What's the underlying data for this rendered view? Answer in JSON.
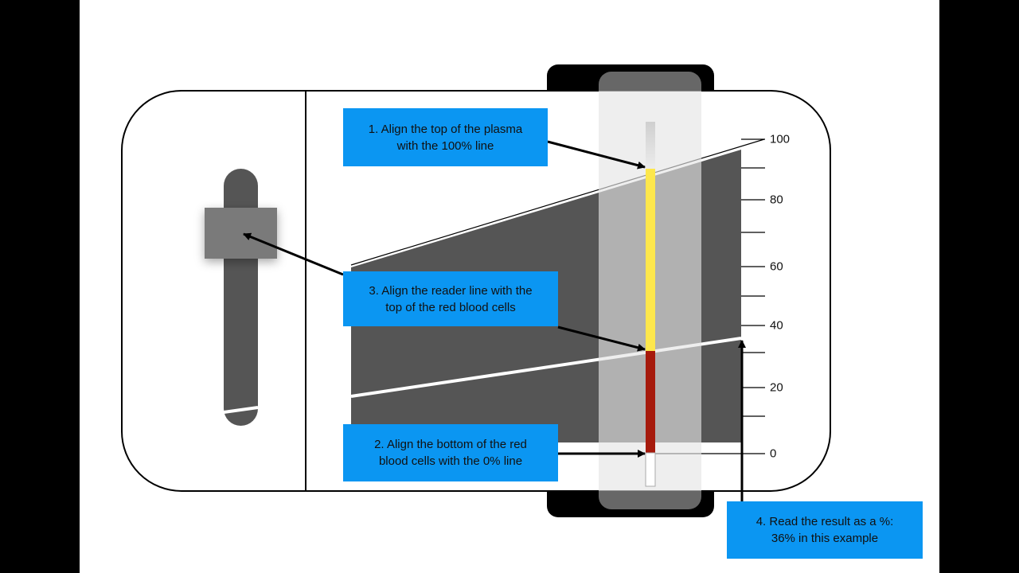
{
  "callouts": {
    "step1": "1. Align the top of the plasma\nwith the 100% line",
    "step2": "2. Align the bottom of the red\nblood cells with the 0% line",
    "step3": "3. Align the reader line with the\ntop of the red blood cells",
    "step4": "4. Read the result as a %:\n36% in this example"
  },
  "scale": {
    "labels": [
      "100",
      "80",
      "60",
      "40",
      "20",
      "0"
    ]
  },
  "result_percent": 36,
  "colors": {
    "callout": "#0b96f2",
    "plasma": "#fde74c",
    "red_cells": "#a61a0c",
    "panel": "#555555"
  }
}
